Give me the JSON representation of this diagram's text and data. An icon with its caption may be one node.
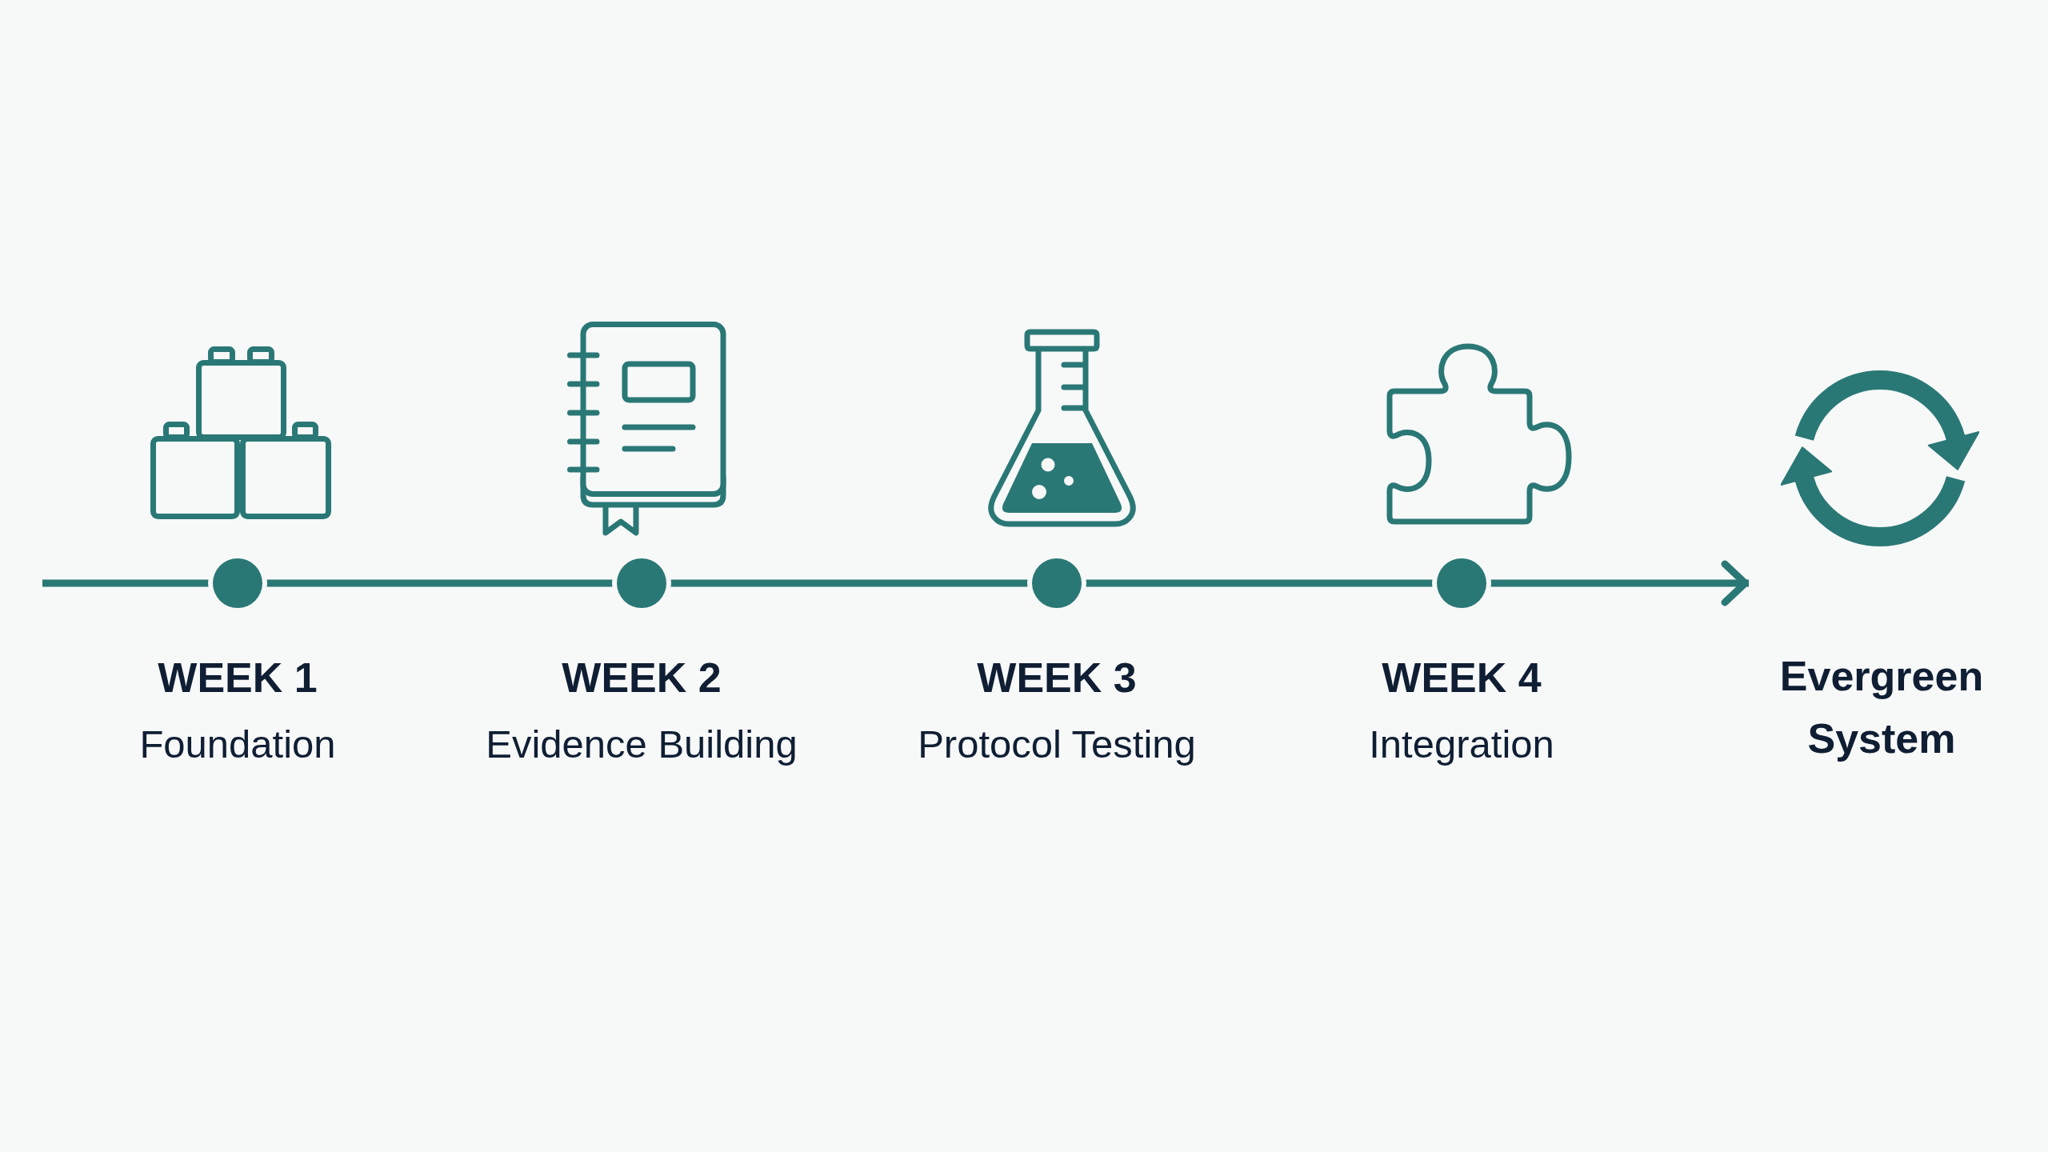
{
  "diagram": {
    "nodes": [
      {
        "text": [],
        "shape": "circle",
        "beside": [
          "WEEK 1",
          "Foundation"
        ]
      },
      {
        "text": [],
        "shape": "circle",
        "beside": [
          "WEEK 2",
          "Evidence Building"
        ]
      },
      {
        "text": [],
        "shape": "circle",
        "beside": [
          "WEEK 3",
          "Protocol Testing"
        ]
      },
      {
        "text": [],
        "shape": "circle",
        "beside": [
          "WEEK 4",
          "Integration"
        ]
      },
      {
        "text": [
          "Evergreen System"
        ]
      }
    ],
    "edges": [
      {
        "from": null,
        "to": 0,
        "arrow": "none"
      },
      {
        "from": 0,
        "to": 1,
        "arrow": "none"
      },
      {
        "from": 1,
        "to": 2,
        "arrow": "none"
      },
      {
        "from": 2,
        "to": 3,
        "arrow": "none"
      },
      {
        "from": 3,
        "to": 4,
        "arrow": "to"
      }
    ]
  }
}
